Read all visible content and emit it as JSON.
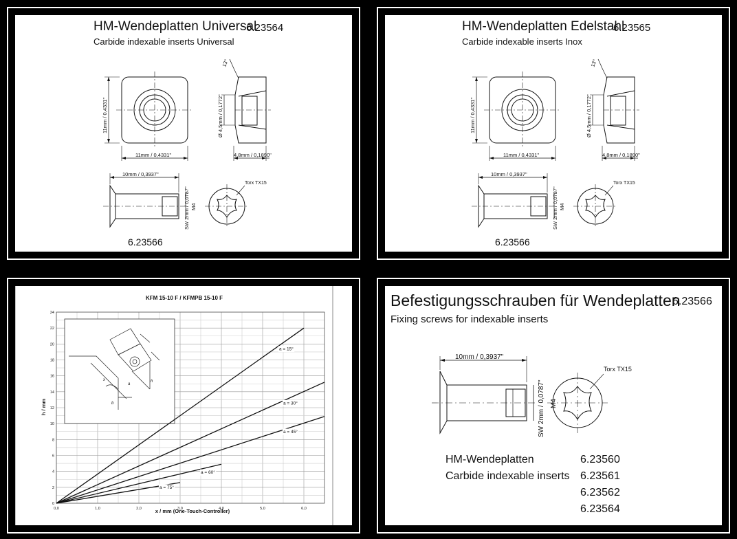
{
  "p1": {
    "title": "HM-Wendeplatten Universal",
    "code": "6.23564",
    "subtitle": "Carbide indexable inserts Universal",
    "dim_width": "11mm / 0,4331\"",
    "dim_height": "11mm / 0,4331\"",
    "dim_hole": "Ø 4,5mm / 0,1772\"",
    "dim_thickness": "4,8mm / 0,1890\"",
    "angle": "13°",
    "screw_length": "10mm / 0,3937\"",
    "screw_key": "SW 2mm / 0,0787\"",
    "screw_thread": "M4",
    "torx": "Torx TX15",
    "screw_code": "6.23566"
  },
  "p2": {
    "title": "HM-Wendeplatten Edelstahl",
    "code": "6.23565",
    "subtitle": "Carbide indexable inserts Inox",
    "dim_width": "11mm / 0,4331\"",
    "dim_height": "11mm / 0,4331\"",
    "dim_hole": "Ø 4,5mm / 0,1772\"",
    "dim_thickness": "4,8mm / 0,1890\"",
    "angle": "13°",
    "screw_length": "10mm / 0,3937\"",
    "screw_key": "SW 2mm / 0,0787\"",
    "screw_thread": "M4",
    "torx": "Torx TX15",
    "screw_code": "6.23566"
  },
  "p4": {
    "title": "Befestigungsschrauben für Wendeplatten",
    "code": "6.23566",
    "subtitle": "Fixing screws for indexable inserts",
    "screw_length": "10mm / 0,3937\"",
    "screw_key": "SW 2mm / 0,0787\"",
    "screw_thread": "M4",
    "torx": "Torx TX15",
    "list_label_de": "HM-Wendeplatten",
    "list_label_en": "Carbide indexable inserts",
    "codes": [
      "6.23560",
      "6.23561",
      "6.23562",
      "6.23564"
    ]
  },
  "chart_data": {
    "type": "line",
    "title": "KFM 15-10 F / KFMPB 15-10 F",
    "xlabel": "x / mm (One-Touch-Controller)",
    "ylabel": "h / mm",
    "xlim": [
      0,
      6.5
    ],
    "ylim": [
      0,
      24
    ],
    "xticks": [
      "0,0",
      "1,0",
      "2,0",
      "3,0",
      "4,0",
      "5,0",
      "6,0"
    ],
    "yticks": [
      "0",
      "2",
      "4",
      "6",
      "8",
      "10",
      "12",
      "14",
      "16",
      "18",
      "20",
      "22",
      "24"
    ],
    "grid": true,
    "series": [
      {
        "name": "a = 15°",
        "x": [
          0,
          6.0
        ],
        "y": [
          0,
          22.0
        ],
        "label_at": [
          5.4,
          19.2
        ]
      },
      {
        "name": "a = 30°",
        "x": [
          0,
          6.5
        ],
        "y": [
          0,
          15.2
        ],
        "label_at": [
          5.5,
          12.4
        ]
      },
      {
        "name": "a = 45°",
        "x": [
          0,
          6.5
        ],
        "y": [
          0,
          10.9
        ],
        "label_at": [
          5.5,
          8.8
        ]
      },
      {
        "name": "a = 60°",
        "x": [
          0,
          4.0
        ],
        "y": [
          0,
          4.9
        ],
        "label_at": [
          3.5,
          3.7
        ]
      },
      {
        "name": "a = 75°",
        "x": [
          0,
          3.0
        ],
        "y": [
          0,
          2.6
        ],
        "label_at": [
          2.5,
          1.8
        ]
      }
    ]
  }
}
